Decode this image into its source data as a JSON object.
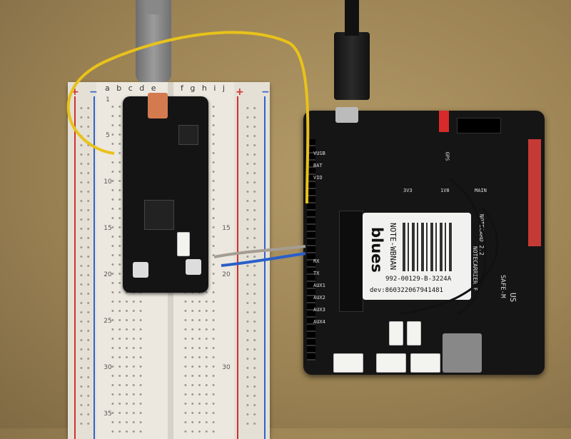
{
  "breadboard": {
    "rail_plus": "+",
    "rail_minus": "−",
    "columns_left": "a b c d e",
    "columns_right": "f g h i j",
    "row_numbers": [
      "1",
      "5",
      "10",
      "15",
      "20",
      "25",
      "30",
      "35"
    ]
  },
  "notecard": {
    "brand": "blues",
    "model": "NOTE-WBNAN",
    "part_number": "992-00129-B-3224A",
    "device_id": "dev:860322067941481",
    "version": "NOTECARD 2.2"
  },
  "notecarrier": {
    "name": "NOTECARRIER-F",
    "pins": [
      "VUSB",
      "BAT",
      "VIO",
      "RX",
      "TX",
      "AUX1",
      "AUX2",
      "AUX3",
      "AUX4"
    ],
    "gps": "GPS",
    "main": "MAIN",
    "cert": "SAFE-M",
    "ul_mark": "US",
    "v33": "3V3",
    "v18": "1V8"
  },
  "colors": {
    "wire_yellow": "#e8c21a",
    "wire_blue": "#2a5fc9",
    "wire_gray": "#a59d93",
    "pcb": "#151515",
    "rail_red": "#d0312d",
    "rail_blue": "#2d63c8"
  }
}
